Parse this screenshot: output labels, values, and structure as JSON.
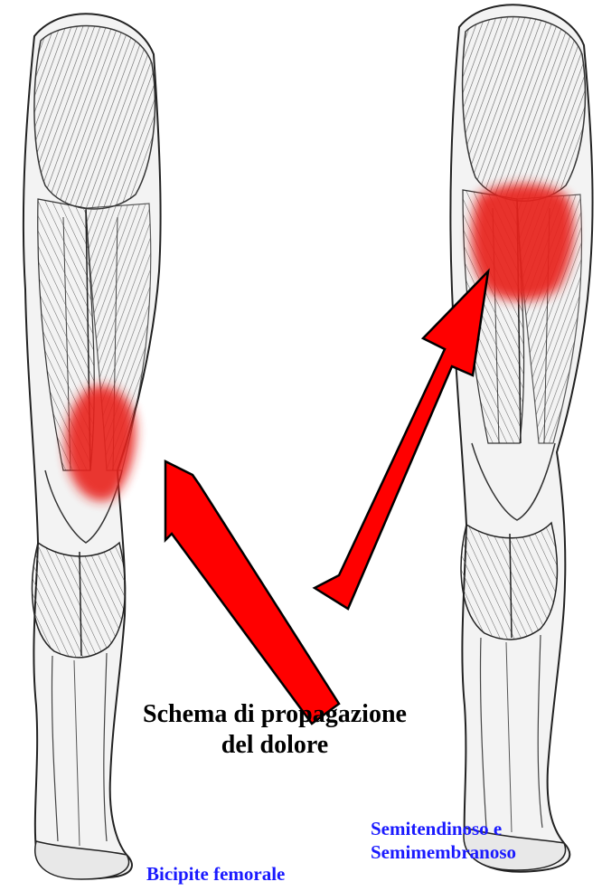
{
  "caption": {
    "line1": "Schema di propagazione",
    "line2": "del dolore"
  },
  "labels": {
    "left_muscle": "Bicipite femorale",
    "right_muscle_line1": "Semitendinoso e",
    "right_muscle_line2": "Semimembranoso"
  },
  "colors": {
    "label_text": "#1a1aff",
    "pain_zone": "#e8201f",
    "arrow": "#ff0000",
    "sketch": "#3a3a3a"
  }
}
